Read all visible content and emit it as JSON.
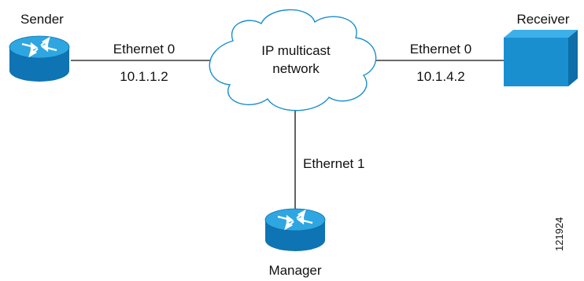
{
  "nodes": {
    "sender": {
      "label": "Sender",
      "icon": "router-icon"
    },
    "receiver": {
      "label": "Receiver",
      "icon": "host-icon"
    },
    "manager": {
      "label": "Manager",
      "icon": "router-icon"
    },
    "cloud": {
      "line1": "IP multicast",
      "line2": "network",
      "icon": "cloud-icon"
    }
  },
  "links": {
    "sender_link": {
      "interface": "Ethernet 0",
      "address": "10.1.1.2"
    },
    "receiver_link": {
      "interface": "Ethernet 0",
      "address": "10.1.4.2"
    },
    "manager_link": {
      "interface": "Ethernet 1"
    }
  },
  "figure_id": "121924",
  "colors": {
    "device_fill": "#1a8fd0",
    "device_top": "#2aa3e0",
    "device_dark": "#0d6ea8",
    "line": "#111111"
  }
}
